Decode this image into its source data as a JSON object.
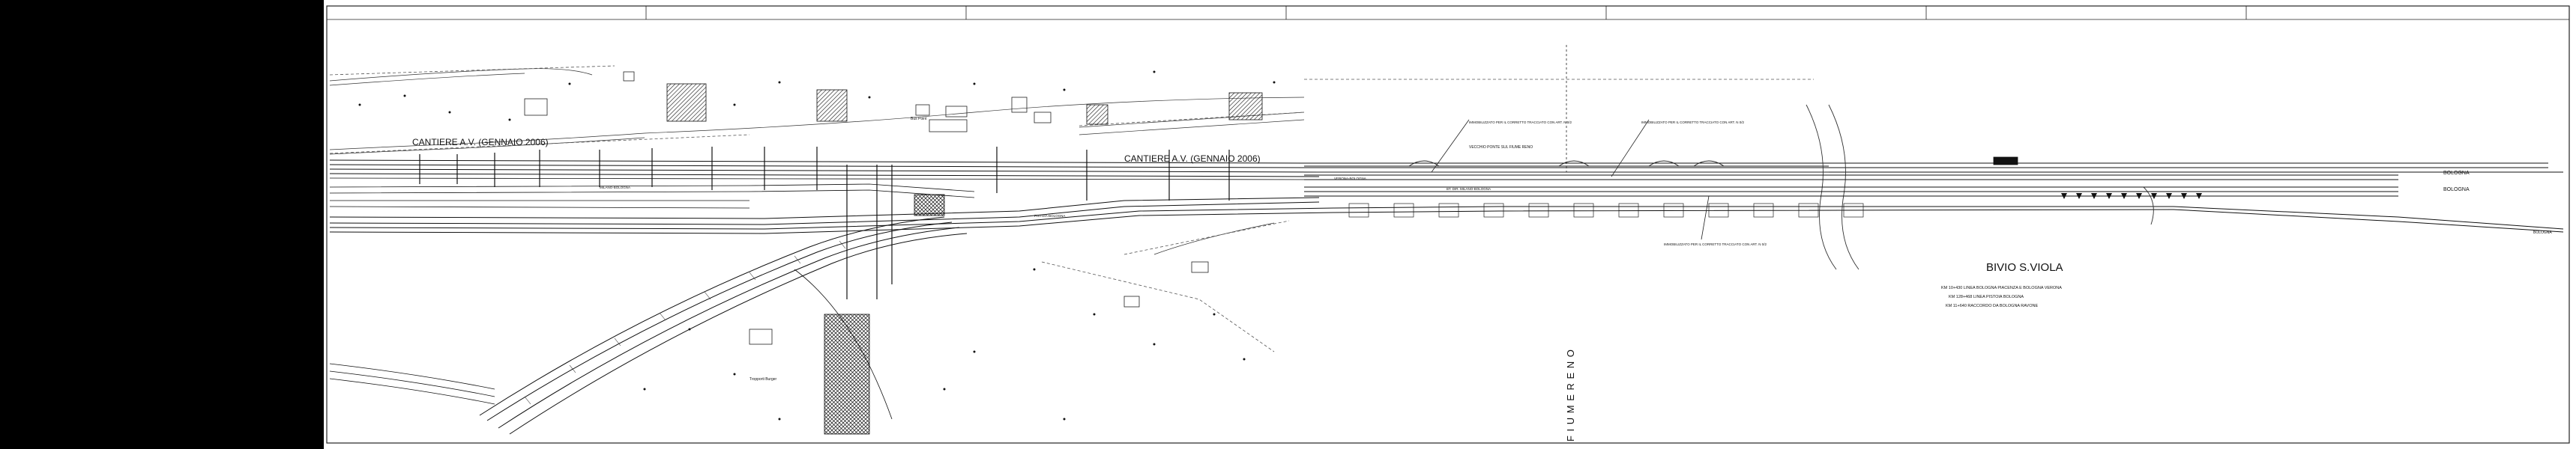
{
  "drawing": {
    "cantiere_labels": [
      "CANTIERE A.V. (GENNAIO 2006)",
      "CANTIERE A.V. (GENNAIO 2006)"
    ],
    "river_label": "F I U M E   R E N O",
    "title": "BIVIO S.VIOLA",
    "subtitle_lines": [
      "KM 10+430 LINEA BOLOGNA PIACENZA E BOLOGNA VERONA",
      "KM 128+468 LINEA PISTOIA BOLOGNA",
      "KM 11+640 RACCORDO DA BOLOGNA RAVONE"
    ],
    "line_labels": [
      "MILANO-BOLOGNA",
      "PISTOIA-BOLOGNA",
      "VERONA-BOLOGNA",
      "BT. DIR. MILANO-BOLOGNA"
    ],
    "right_labels": [
      "BOLOGNA",
      "BOLOGNA",
      "BOLOGNA"
    ],
    "bridge_label": "VECCHIO PONTE SUL FIUME RENO",
    "note_labels": [
      "IMMOBILIZZATO PER IL CORRETTO TRACCIATO CON ART. N 0/2",
      "IMMOBILIZZATO PER IL CORRETTO TRACCIATO CON ART. N 0/2",
      "IMMOBILIZZATO PER IL CORRETTO TRACCIATO CON ART. N 0/2"
    ],
    "place_labels": [
      "Bus Point",
      "Tropporti Burger"
    ]
  }
}
